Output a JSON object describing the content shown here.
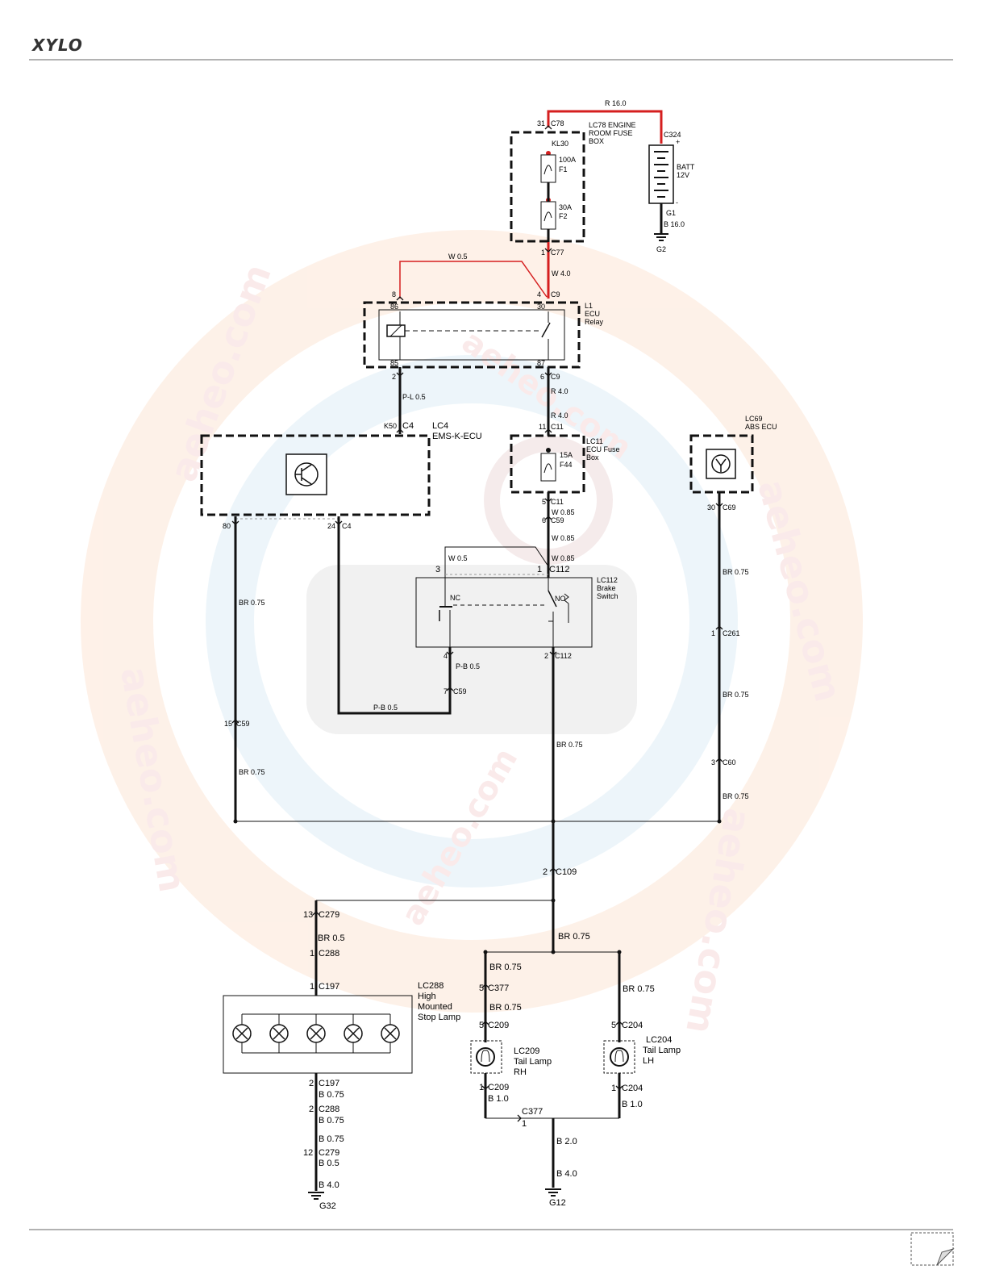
{
  "header": {
    "logo": "XYLO",
    "watermark": [
      "aeheo.com",
      "aeheo.com",
      "aeheo.com",
      "aeheo.com",
      "aeheo.com",
      "aeheo.com"
    ]
  },
  "colors": {
    "power_wire": "#d51f1f",
    "wire": "#111111"
  },
  "labels": {
    "r160": "R 16.0",
    "c78_pin": "31",
    "c78": "C78",
    "lc78_1": "LC78 ENGINE",
    "lc78_2": "ROOM FUSE",
    "lc78_3": "BOX",
    "kl30": "KL30",
    "f1_amp": "100A",
    "f1": "F1",
    "f2_amp": "30A",
    "f2": "F2",
    "c324": "C324",
    "plus": "+",
    "minus": "-",
    "batt_1": "BATT",
    "batt_2": "12V",
    "g1": "G1",
    "b160": "B 16.0",
    "g2": "G2",
    "c77_pin": "1",
    "c77": "C77",
    "w05_top": "W 0.5",
    "w40": "W 4.0",
    "pin8": "8",
    "pin4": "4",
    "c9_top": "C9",
    "r86": "86",
    "r30": "30",
    "r85": "85",
    "r87": "87",
    "l1_1": "L1",
    "l1_2": "ECU",
    "l1_3": "Relay",
    "pin2": "2",
    "pin6": "6",
    "c9_bot": "C9",
    "pl05": "P-L 0.5",
    "r40a": "R 4.0",
    "r40b": "R 4.0",
    "k50": "K50",
    "c4_top": "C4",
    "lc4_1": "LC4",
    "lc4_2": "EMS-K-ECU",
    "pin11": "11",
    "c11_top": "C11",
    "lc11_1": "LC11",
    "lc11_2": "ECU Fuse",
    "lc11_3": "Box",
    "f44_amp": "15A",
    "f44": "F44",
    "lc69_1": "LC69",
    "lc69_2": "ABS ECU",
    "pin80": "80",
    "pin24": "24",
    "c4_bot": "C4",
    "pin5_c11": "5",
    "c11_bot": "C11",
    "w085a": "W 0.85",
    "pin6_c59": "6",
    "c59_top": "C59",
    "w085b": "W 0.85",
    "pin30": "30",
    "c69": "C69",
    "w05_mid": "W 0.5",
    "w085c": "W 0.85",
    "pin3": "3",
    "pin1_c112": "1",
    "c112_top": "C112",
    "lc112_1": "LC112",
    "lc112_2": "Brake",
    "lc112_3": "Switch",
    "nc": "NC",
    "no": "NO",
    "br075_left": "BR 0.75",
    "br075_right1": "BR 0.75",
    "pin1_c261": "1",
    "c261": "C261",
    "br075_right2": "BR 0.75",
    "pin4_c112": "4",
    "pin2_c112": "2",
    "c112_bot": "C112",
    "pb05a": "P-B 0.5",
    "pin7": "7",
    "c59_mid": "C59",
    "pb05b": "P-B 0.5",
    "pin15": "15",
    "c59_left": "C59",
    "br075_center": "BR 0.75",
    "pin3_c60": "3",
    "c60": "C60",
    "br075_left2": "BR 0.75",
    "br075_right3": "BR 0.75",
    "pin2_c109": "2",
    "c109": "C109",
    "pin13": "13",
    "c279_top": "C279",
    "br05": "BR 0.5",
    "br075_c1": "BR 0.75",
    "pin1_c288": "1",
    "c288_top": "C288",
    "br075_c2": "BR 0.75",
    "pin1_c197": "1",
    "c197_top": "C197",
    "pin5_c377": "5",
    "c377_top": "C377",
    "br075_c3": "BR 0.75",
    "lc288_1": "LC288",
    "lc288_2": "High",
    "lc288_3": "Mounted",
    "lc288_4": "Stop Lamp",
    "br075_c4": "BR 0.75",
    "pin5_c209": "5",
    "c209_top": "C209",
    "pin5_c204": "5",
    "c204_top": "C204",
    "lc209_1": "LC209",
    "lc209_2": "Tail Lamp",
    "lc209_3": "RH",
    "lc204_1": "LC204",
    "lc204_2": "Tail Lamp",
    "lc204_3": "LH",
    "pin2_c197": "2",
    "c197_bot": "C197",
    "b075a": "B 0.75",
    "pin1_c209": "1",
    "c209_bot": "C209",
    "b10a": "B 1.0",
    "pin1_c204": "1",
    "c204_bot": "C204",
    "b10b": "B 1.0",
    "pin2_c288": "2",
    "c288_bot": "C288",
    "b075b": "B 0.75",
    "c377_bot": "C377",
    "pin1_c377": "1",
    "b075c": "B 0.75",
    "b20": "B 2.0",
    "pin12": "12",
    "c279_bot": "C279",
    "b05": "B 0.5",
    "b40a": "B 4.0",
    "b40b": "B 4.0",
    "g32": "G32",
    "g12": "G12"
  }
}
